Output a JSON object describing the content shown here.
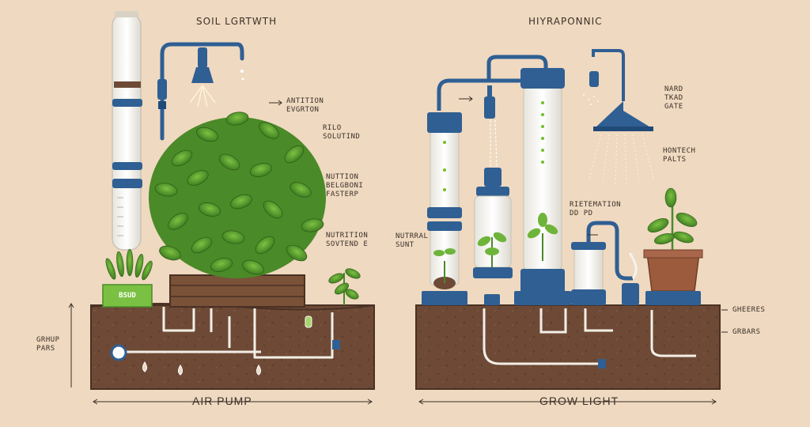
{
  "titles": {
    "left": "SOIL LGRTWTH",
    "right": "HIYRAPONNIC"
  },
  "bottom_labels": {
    "left": "AIR PUMP",
    "right": "GROW LIGHT"
  },
  "left_labels": {
    "antition": [
      "ANTITION",
      "EVGRTON"
    ],
    "rilo": [
      "RILO",
      "SOLUTIND"
    ],
    "nuttion": [
      "NUTTION",
      "BELGBONI",
      "FASTERP"
    ],
    "nutrition": [
      "NUTRITION",
      "SOVTEND  E"
    ],
    "side": [
      "GRHUP",
      "PARS"
    ],
    "pot_tag": "BSUD"
  },
  "right_labels": {
    "nard": [
      "NARD",
      "TKAD",
      "GATE"
    ],
    "hontech": [
      "HONTECH",
      "PALTS"
    ],
    "rietemation": [
      "RIETEMATION",
      "DD PD"
    ],
    "nutrral": [
      "NUTRRAL",
      "SUNT"
    ],
    "gheeres": "GHEERES",
    "grbars": "GRBARS"
  },
  "colors": {
    "background": "#efd9c0",
    "soil": "#6e4a36",
    "pipe_blue": "#2f5f93",
    "leaf": "#5aa02c",
    "tube": "#f4f3ee"
  }
}
